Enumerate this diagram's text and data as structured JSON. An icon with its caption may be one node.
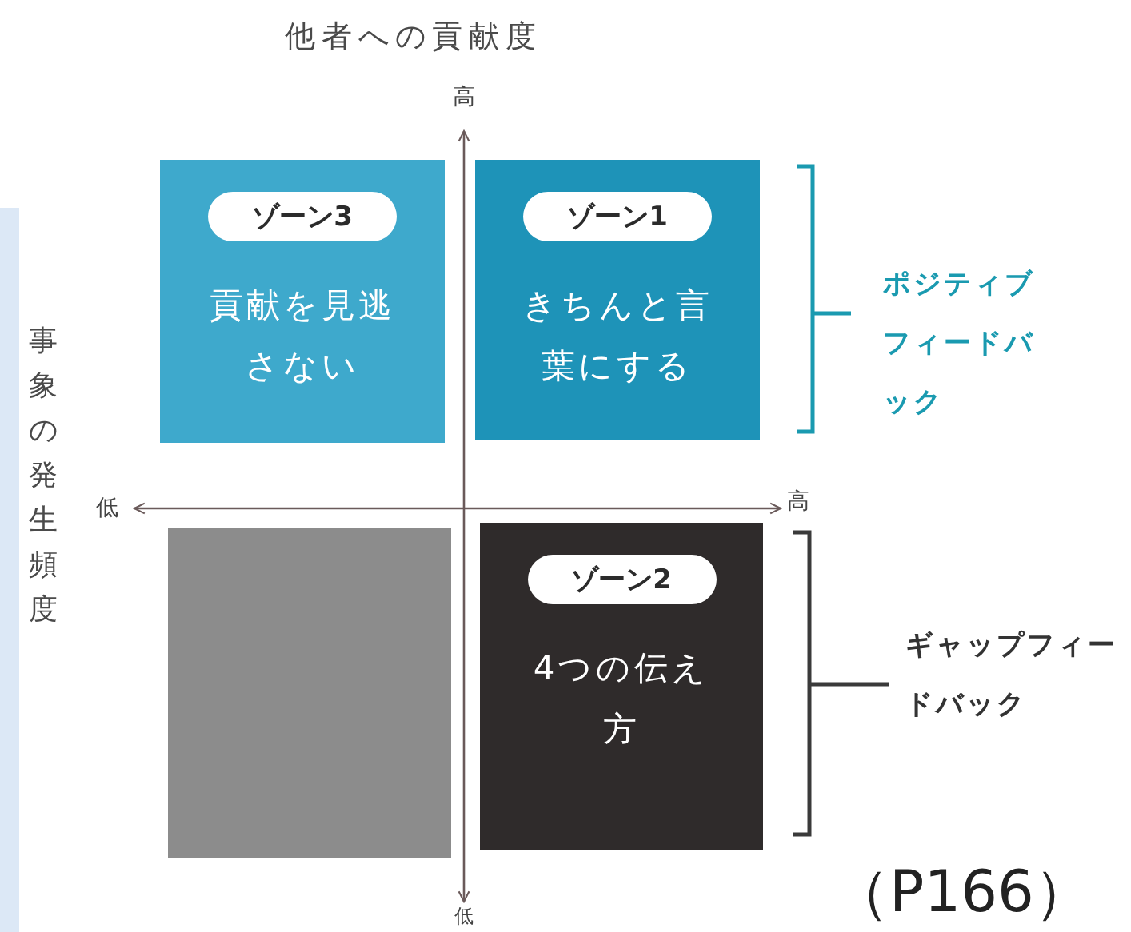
{
  "diagram": {
    "title": "他者への貢献度",
    "nodes": [
      {
        "text": [
          "ゾーン3",
          "貢献を見逃さない"
        ]
      },
      {
        "text": [
          "ゾーン1",
          "きちんと言葉にする"
        ]
      },
      {
        "text": [],
        "shape": "box"
      },
      {
        "text": [
          "ゾーン2",
          "4つの伝え方"
        ]
      }
    ],
    "labels": [
      "高",
      "ポジティブフィードバック",
      "事象の発生頻度",
      "低",
      "高",
      "ギャップフィードバック",
      "（P166）",
      "低"
    ]
  }
}
